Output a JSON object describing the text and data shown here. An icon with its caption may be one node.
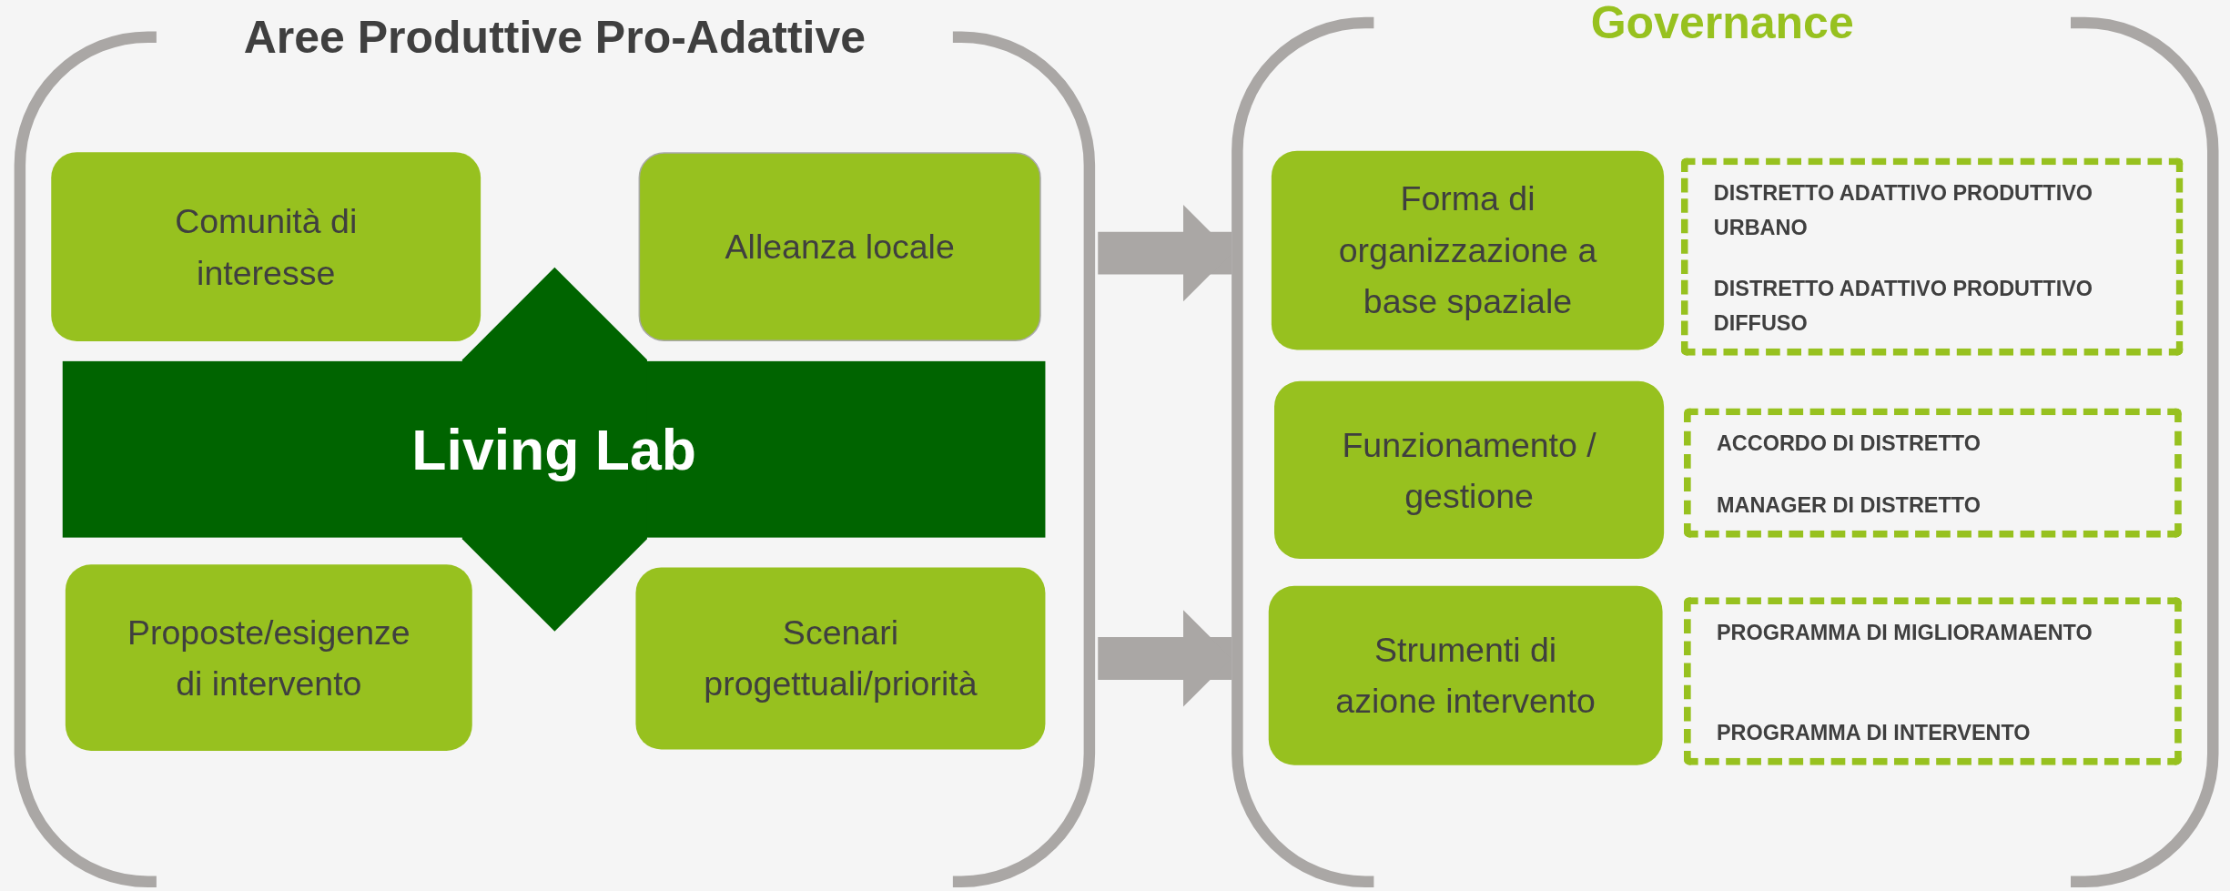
{
  "diagram": {
    "nodes": [
      {
        "text": [
          "Aree Produttive Pro-Adattive"
        ]
      },
      {
        "text": [
          "Comunità di interesse"
        ],
        "in": 0
      },
      {
        "text": [
          "Alleanza locale"
        ],
        "in": 0
      },
      {
        "text": [
          "Living Lab"
        ],
        "in": 0
      },
      {
        "text": [
          "Proposte/esigenze di intervento"
        ],
        "in": 0
      },
      {
        "text": [
          "Scenari progettuali/priorità"
        ],
        "in": 0
      },
      {
        "text": [
          "Governance"
        ]
      },
      {
        "text": [
          "Forma di organizzazione a base spaziale"
        ],
        "in": 6
      },
      {
        "text": [
          "DISTRETTO ADATTIVO PRODUTTIVO URBANO",
          "DISTRETTO ADATTIVO PRODUTTIVO DIFFUSO"
        ],
        "in": 6
      },
      {
        "text": [
          "Funzionamento / gestione"
        ],
        "in": 6
      },
      {
        "text": [
          "ACCORDO DI DISTRETTO",
          "MANAGER DI DISTRETTO"
        ],
        "in": 6
      },
      {
        "text": [
          "Strumenti di azione intervento"
        ],
        "in": 6
      },
      {
        "text": [
          "PROGRAMMA DI MIGLIORAMAENTO",
          "PROGRAMMA DI INTERVENTO"
        ],
        "in": 6
      }
    ],
    "edges": [
      {
        "from": 0,
        "to": 6,
        "arrow": "to"
      },
      {
        "from": 0,
        "to": 6,
        "arrow": "to"
      }
    ]
  }
}
